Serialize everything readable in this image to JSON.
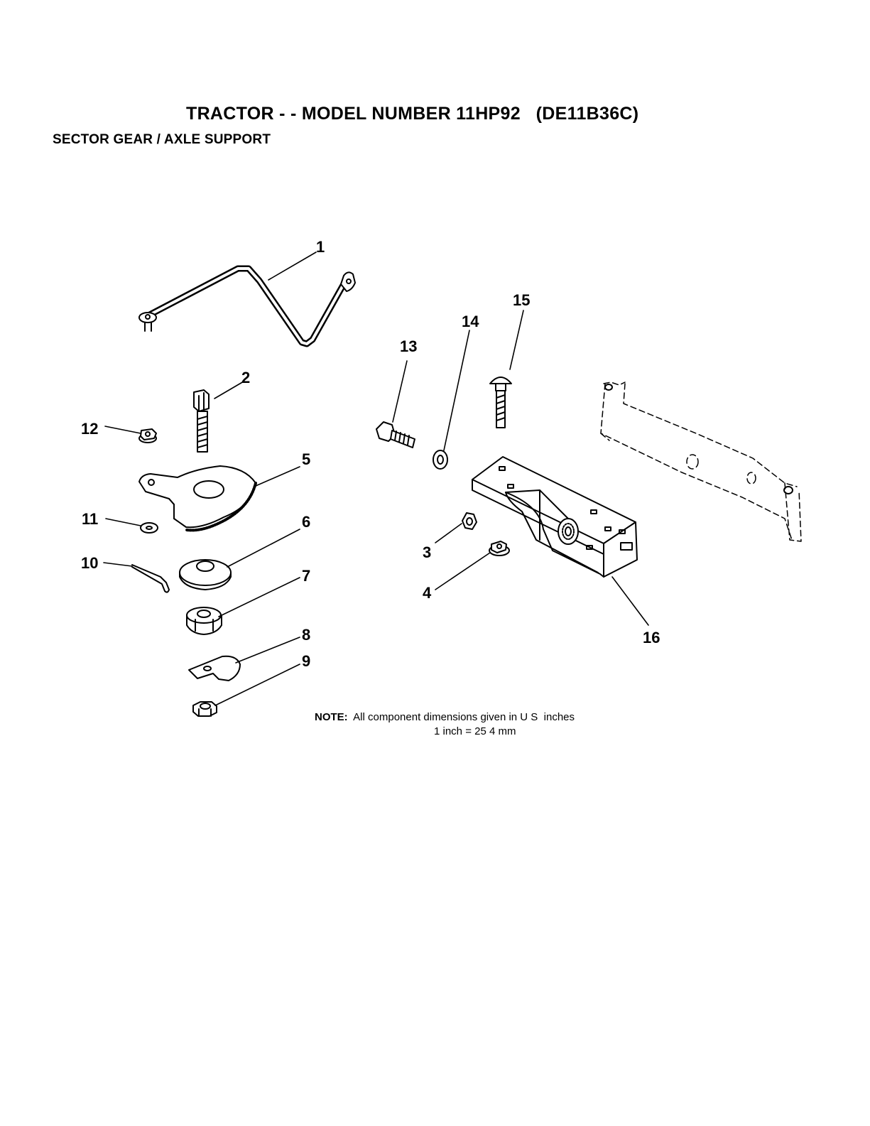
{
  "header": {
    "title": "TRACTOR - - MODEL NUMBER 11HP92   (DE11B36C)",
    "subtitle": "SECTOR GEAR / AXLE SUPPORT"
  },
  "callouts": {
    "c1": "1",
    "c2": "2",
    "c3": "3",
    "c4": "4",
    "c5": "5",
    "c6": "6",
    "c7": "7",
    "c8": "8",
    "c9": "9",
    "c10": "10",
    "c11": "11",
    "c12": "12",
    "c13": "13",
    "c14": "14",
    "c15": "15",
    "c16": "16"
  },
  "note": {
    "label": "NOTE:",
    "line1": "  All component dimensions given in U S  inches",
    "line2": "1 inch = 25 4 mm"
  }
}
